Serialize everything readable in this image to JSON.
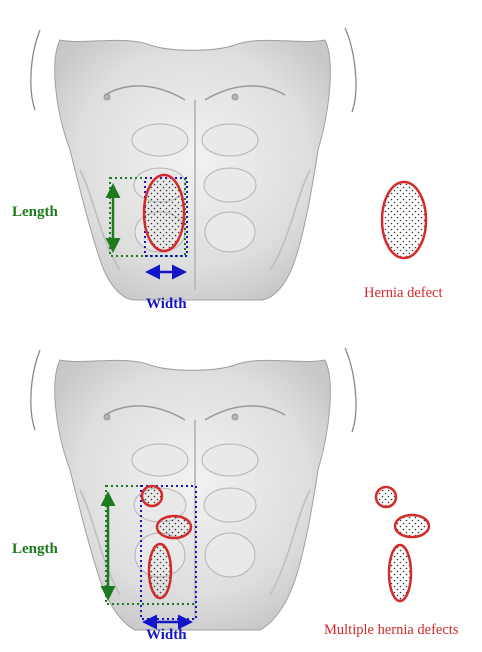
{
  "panels": [
    {
      "length_label": "Length",
      "width_label": "Width",
      "caption": "Hernia defect"
    },
    {
      "length_label": "Length",
      "width_label": "Width",
      "caption": "Multiple hernia defects"
    }
  ],
  "colors": {
    "length": "#1e7a1e",
    "width": "#1414c8",
    "defect": "#d42a2a",
    "torso_shade": "#d9d9d9",
    "outline": "#8a8a8a"
  }
}
